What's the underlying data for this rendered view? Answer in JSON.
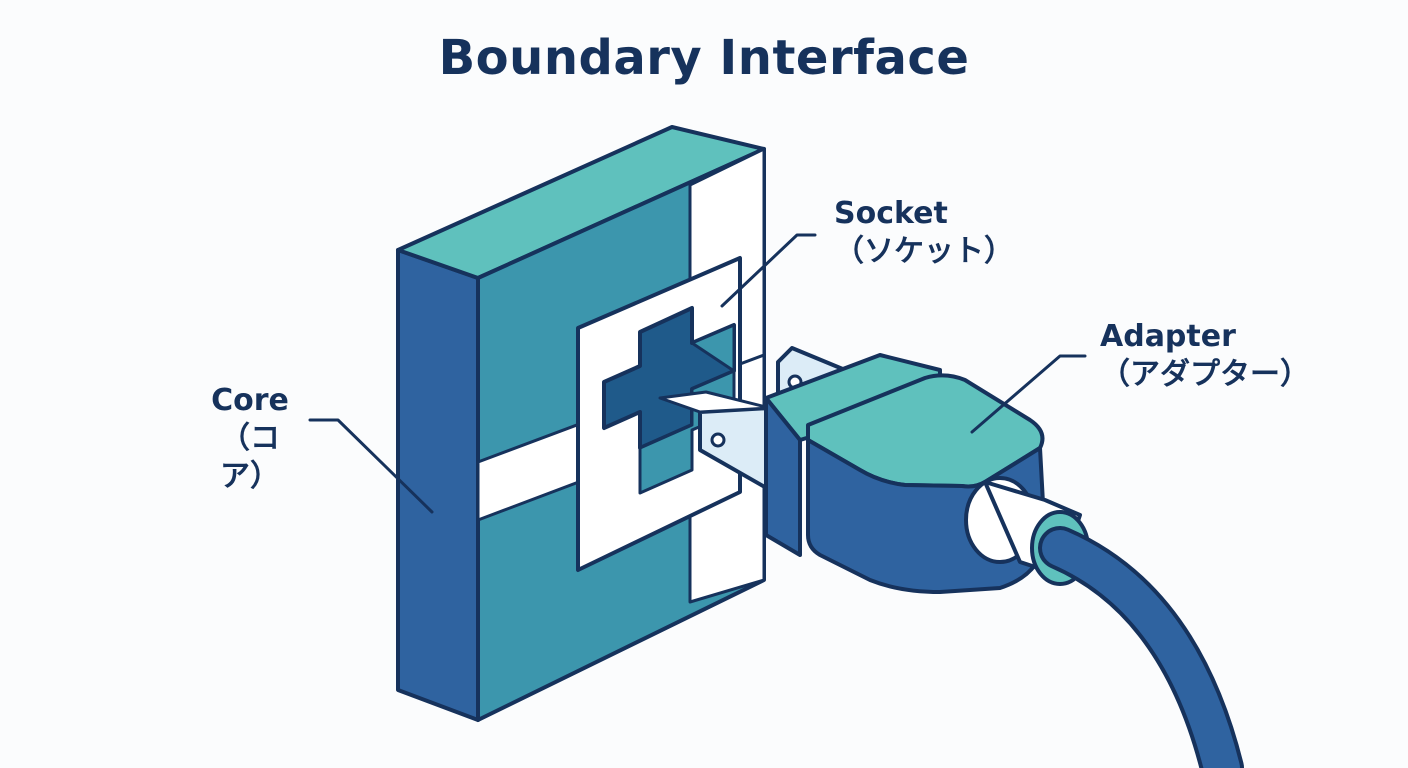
{
  "diagram": {
    "title": "Boundary Interface",
    "labels": {
      "core": {
        "name": "Core",
        "sub": "（コア）"
      },
      "socket": {
        "name": "Socket",
        "sub": "（ソケット）"
      },
      "adapter": {
        "name": "Adapter",
        "sub": "（アダプター）"
      }
    },
    "colors": {
      "outline": "#16325c",
      "core_blue": "#2f63a0",
      "teal_face": "#3c96ad",
      "teal_light": "#5fc1bd",
      "socket_white": "#ffffff",
      "hole_dark": "#1f5a8a",
      "prong_light": "#dcecf7"
    }
  }
}
